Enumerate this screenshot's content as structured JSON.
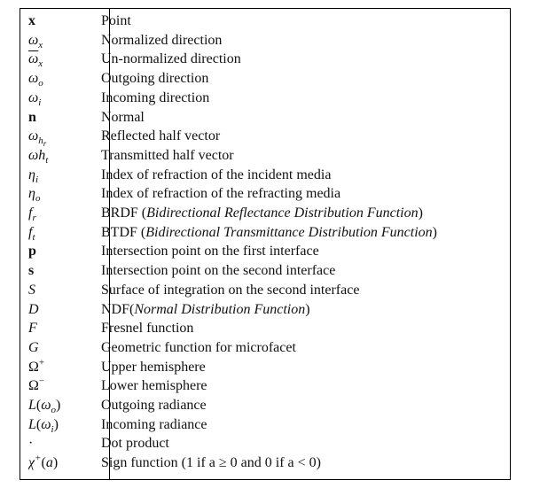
{
  "rows": [
    {
      "desc": "Point"
    },
    {
      "desc": "Normalized direction"
    },
    {
      "desc": "Un-normalized direction"
    },
    {
      "desc": "Outgoing direction"
    },
    {
      "desc": "Incoming direction"
    },
    {
      "desc": "Normal"
    },
    {
      "desc": "Reflected half vector"
    },
    {
      "desc": "Transmitted half vector"
    },
    {
      "desc": "Index of refraction of the incident media"
    },
    {
      "desc": "Index of refraction of the refracting media"
    },
    {
      "desc_pre": "BRDF (",
      "desc_em": "Bidirectional Reflectance Distribution Function",
      "desc_post": ")"
    },
    {
      "desc_pre": "BTDF (",
      "desc_em": "Bidirectional Transmittance Distribution Function",
      "desc_post": ")"
    },
    {
      "desc": "Intersection point on the first interface"
    },
    {
      "desc": "Intersection point on the second interface"
    },
    {
      "desc": "Surface of integration on the second interface"
    },
    {
      "desc_pre": "NDF(",
      "desc_em": "Normal Distribution Function",
      "desc_post": ")"
    },
    {
      "desc": "Fresnel function"
    },
    {
      "desc": "Geometric function for microfacet"
    },
    {
      "desc": "Upper hemisphere"
    },
    {
      "desc": "Lower hemisphere"
    },
    {
      "desc": "Outgoing radiance"
    },
    {
      "desc": "Incoming radiance"
    },
    {
      "desc": "Dot product"
    },
    {
      "desc": "Sign function (1 if a ≥ 0 and 0 if a < 0)"
    }
  ],
  "symbols": {
    "x": "x",
    "omega": "ω",
    "o": "o",
    "i": "i",
    "n": "n",
    "h": "h",
    "r": "r",
    "t": "t",
    "eta": "η",
    "f": "f",
    "p": "p",
    "s": "s",
    "S": "S",
    "D": "D",
    "F": "F",
    "G": "G",
    "Omega": "Ω",
    "plus": "+",
    "minus": "−",
    "L": "L",
    "lparen": "(",
    "rparen": ")",
    "dot": "·",
    "chi": "χ",
    "a": "a"
  }
}
